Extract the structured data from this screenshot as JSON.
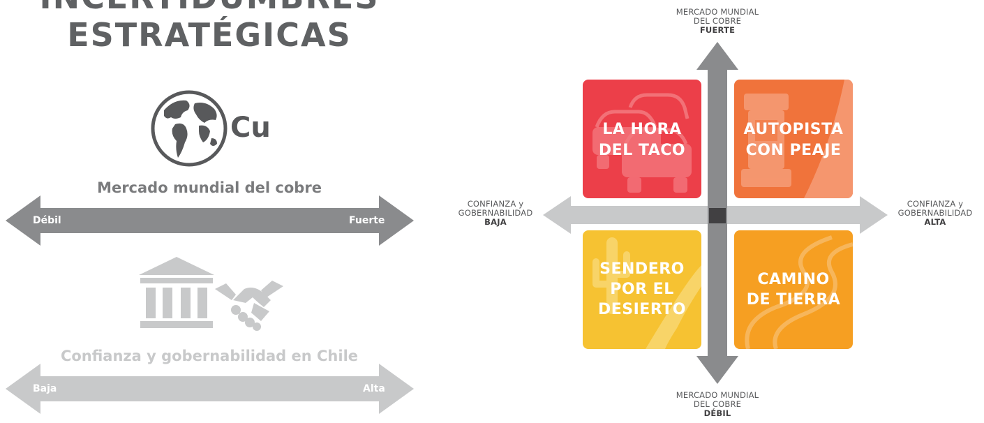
{
  "title": {
    "line1": "INCERTIDUMBRES",
    "line2": "ESTRATÉGICAS"
  },
  "left": {
    "copper": {
      "symbol": "Cu",
      "axis_title": "Mercado mundial del cobre",
      "low": "Débil",
      "high": "Fuerte",
      "color": "#8a8b8d"
    },
    "trust": {
      "axis_title": "Confianza y gobernabilidad en Chile",
      "low": "Baja",
      "high": "Alta",
      "color": "#c8c9ca"
    }
  },
  "matrix": {
    "top": {
      "line1": "MERCADO MUNDIAL",
      "line2": "DEL COBRE",
      "level": "FUERTE"
    },
    "bottom": {
      "line1": "MERCADO MUNDIAL",
      "line2": "DEL COBRE",
      "level": "DÉBIL"
    },
    "left": {
      "line1": "CONFIANZA y",
      "line2": "GOBERNABILIDAD",
      "level": "BAJA"
    },
    "right": {
      "line1": "CONFIANZA y",
      "line2": "GOBERNABILIDAD",
      "level": "ALTA"
    },
    "quadrants": [
      {
        "line1": "LA HORA",
        "line2": "DEL TACO",
        "color": "#ec3f49",
        "icon": "cars-icon"
      },
      {
        "line1": "AUTOPISTA",
        "line2": "CON PEAJE",
        "color": "#f0733b",
        "icon": "toll-booth-icon"
      },
      {
        "line1": "SENDERO",
        "line2": "POR EL",
        "line3": "DESIERTO",
        "color": "#f6c232",
        "icon": "cactus-icon"
      },
      {
        "line1": "CAMINO",
        "line2": "DE TIERRA",
        "color": "#f69f22",
        "icon": "winding-road-icon"
      }
    ]
  }
}
